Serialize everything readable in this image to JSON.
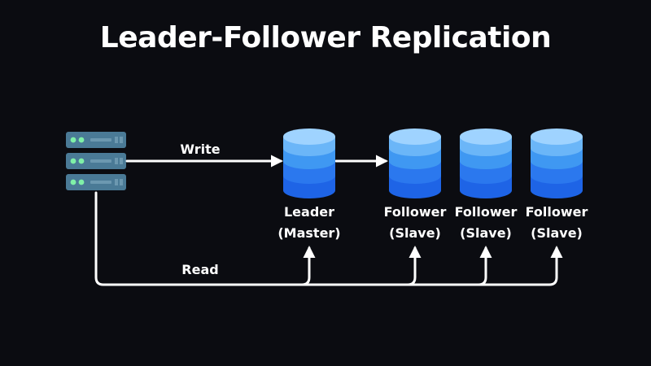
{
  "title": "Leader-Follower Replication",
  "edges": {
    "write_label": "Write",
    "read_label": "Read"
  },
  "leader": {
    "line1": "Leader",
    "line2": "(Master)"
  },
  "followers": [
    {
      "line1": "Follower",
      "line2": "(Slave)"
    },
    {
      "line1": "Follower",
      "line2": "(Slave)"
    },
    {
      "line1": "Follower",
      "line2": "(Slave)"
    }
  ],
  "colors": {
    "background": "#0b0c11",
    "text": "#ffffff",
    "server_body": "#4a7a96",
    "server_led": "#7ff0a8",
    "db_top": "#9fd3ff",
    "db_mid": "#3f98f2",
    "db_bottom": "#1e64e6"
  },
  "icons": {
    "client": "server-rack-icon",
    "database": "database-cylinder-icon"
  }
}
